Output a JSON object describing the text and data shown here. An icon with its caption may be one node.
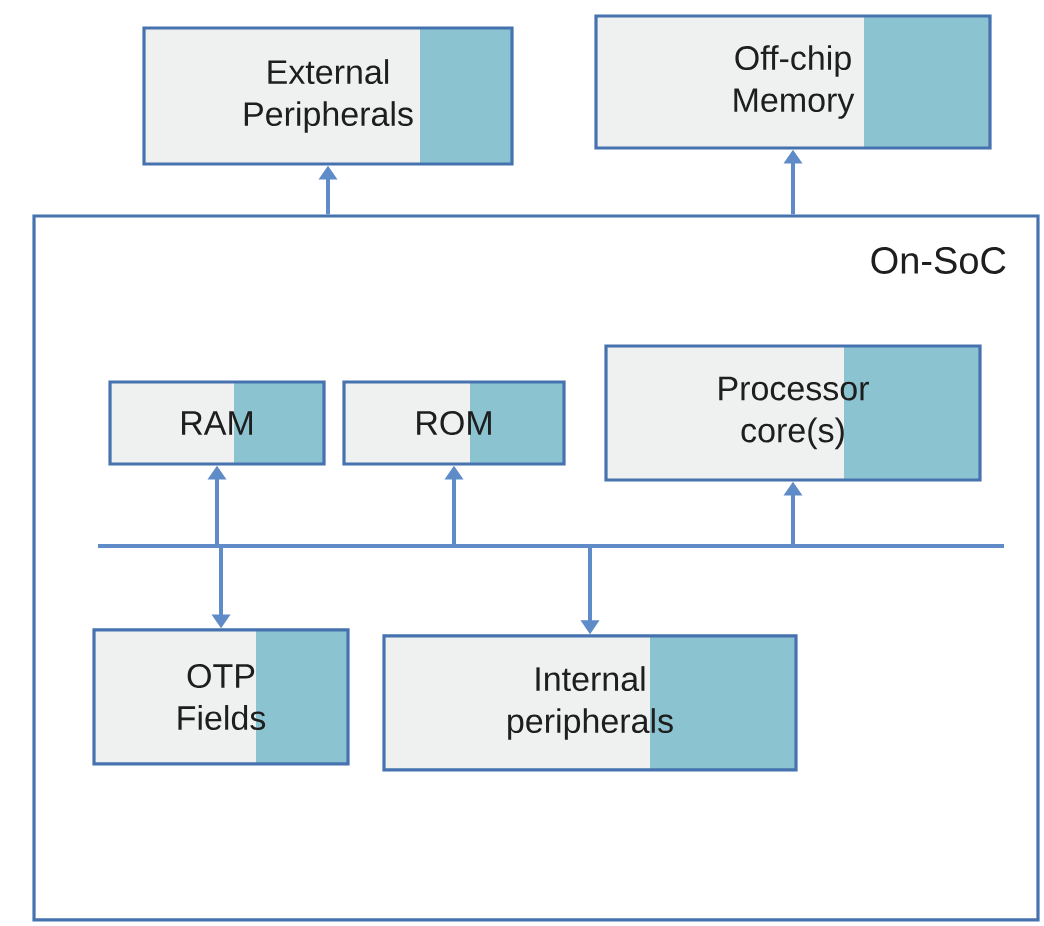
{
  "diagram": {
    "nodes": [
      {
        "text": [
          "External Peripherals"
        ]
      },
      {
        "text": [
          "Off-chip Memory"
        ]
      },
      {
        "text": [
          "On-SoC"
        ]
      },
      {
        "text": [
          "RAM"
        ],
        "in": 2
      },
      {
        "text": [
          "ROM"
        ],
        "in": 2
      },
      {
        "text": [
          "Processor core(s)"
        ],
        "in": 2
      },
      {
        "text": [],
        "shape": "bar",
        "in": 2
      },
      {
        "text": [
          "OTP Fields"
        ],
        "in": 2
      },
      {
        "text": [
          "Internal peripherals"
        ],
        "in": 2
      }
    ],
    "edges": [
      {
        "from": 2,
        "to": 0,
        "arrow": "to"
      },
      {
        "from": 2,
        "to": 1,
        "arrow": "to"
      },
      {
        "from": 6,
        "to": 3,
        "arrow": "to"
      },
      {
        "from": 6,
        "to": 4,
        "arrow": "to"
      },
      {
        "from": 6,
        "to": 5,
        "arrow": "to"
      },
      {
        "from": 6,
        "to": 7,
        "arrow": "to"
      },
      {
        "from": 6,
        "to": 8,
        "arrow": "to"
      }
    ]
  }
}
